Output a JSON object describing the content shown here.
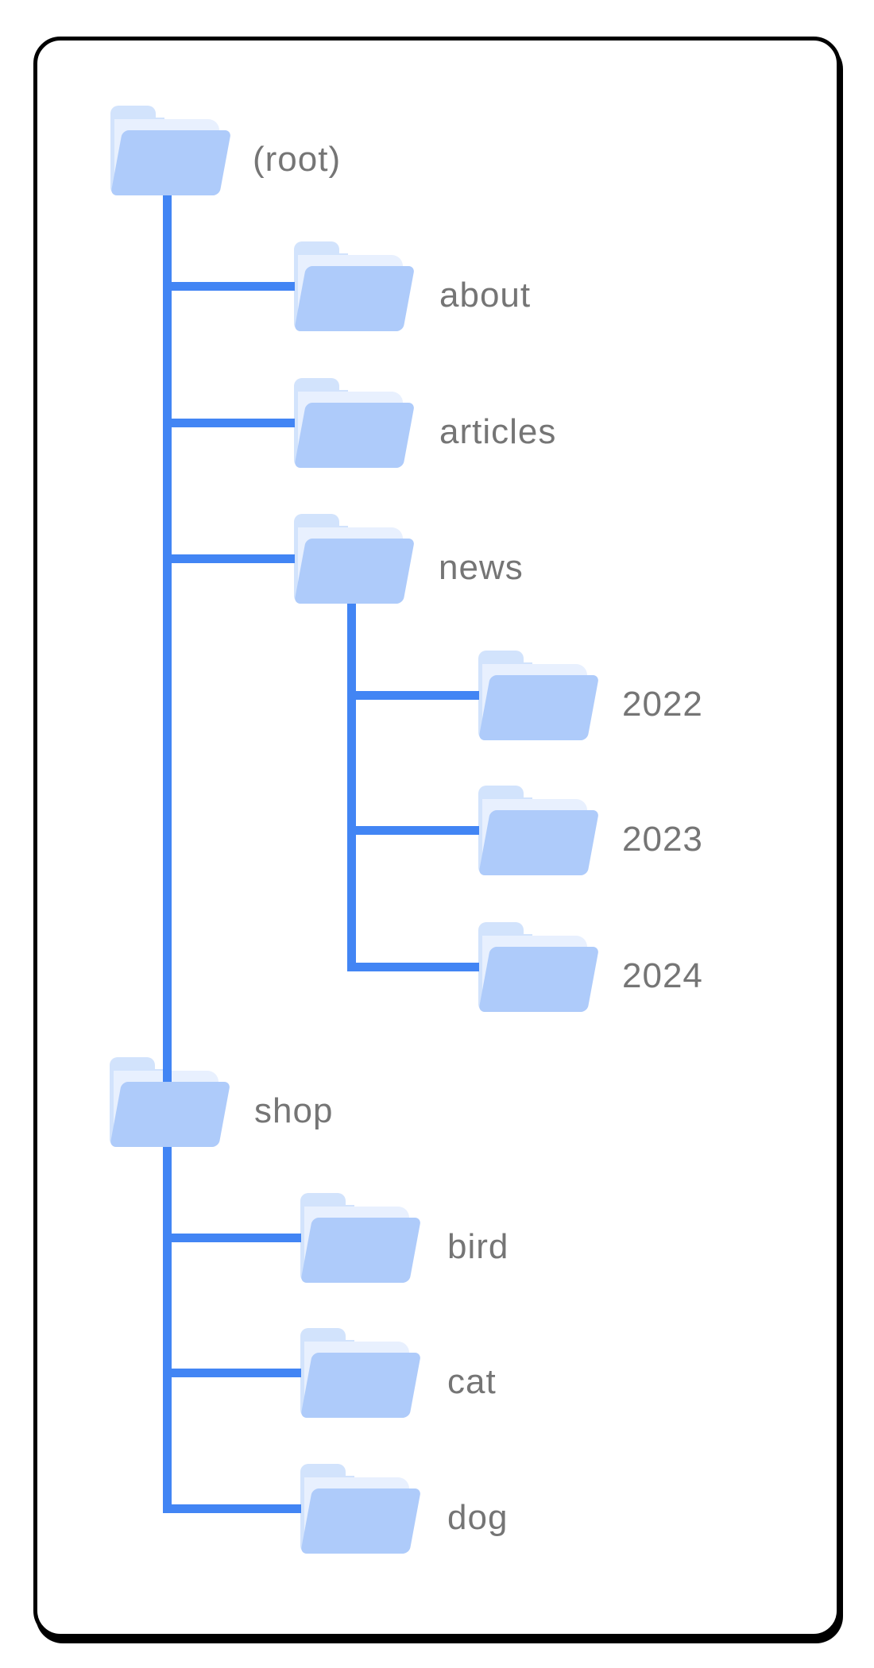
{
  "diagram": {
    "type": "folder-tree",
    "colors": {
      "connector": "#4285F4",
      "folder_front": "#AECBFA",
      "folder_back": "#D2E3FC",
      "folder_inner": "#E8F0FE",
      "label_text": "#757575",
      "card_border": "#000000",
      "card_background": "#FFFFFF"
    },
    "tree": {
      "label": "(root)",
      "children": [
        {
          "label": "about",
          "children": []
        },
        {
          "label": "articles",
          "children": []
        },
        {
          "label": "news",
          "children": [
            {
              "label": "2022",
              "children": []
            },
            {
              "label": "2023",
              "children": []
            },
            {
              "label": "2024",
              "children": []
            }
          ]
        },
        {
          "label": "shop",
          "children": [
            {
              "label": "bird",
              "children": []
            },
            {
              "label": "cat",
              "children": []
            },
            {
              "label": "dog",
              "children": []
            }
          ]
        }
      ]
    }
  }
}
